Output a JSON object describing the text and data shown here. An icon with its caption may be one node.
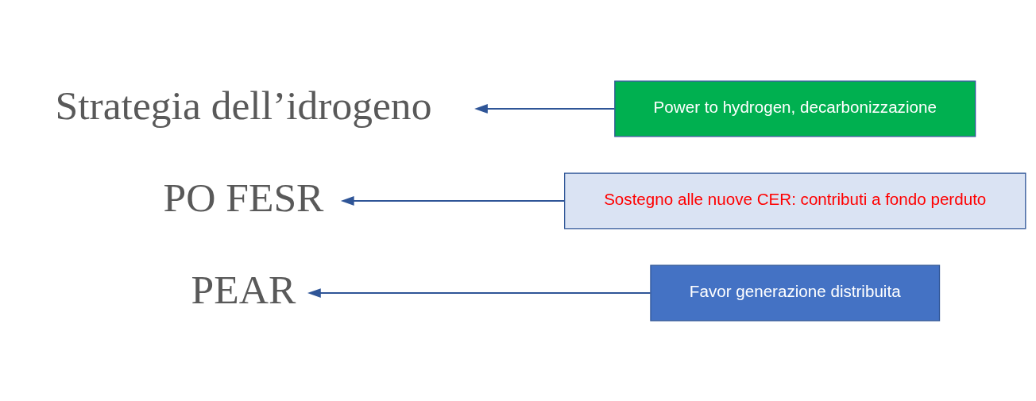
{
  "diagram": {
    "nodes": [
      {
        "text": [
          "PEAR"
        ]
      },
      {
        "text": [
          "Favor generazione distribuita"
        ]
      },
      {
        "text": [
          "Sostegno alle nuove CER: contributi a fondo perduto"
        ]
      },
      {
        "text": [
          "PO FESR"
        ]
      },
      {
        "text": [
          "Power to hydrogen, decarbonizzazione"
        ]
      },
      {
        "text": [
          "Strategia dell’idrogeno"
        ]
      }
    ],
    "edges": [
      {
        "from": 1,
        "to": 0,
        "arrow": "to"
      },
      {
        "from": 2,
        "to": 3,
        "arrow": "to"
      },
      {
        "from": 4,
        "to": 5,
        "arrow": "to"
      }
    ]
  }
}
